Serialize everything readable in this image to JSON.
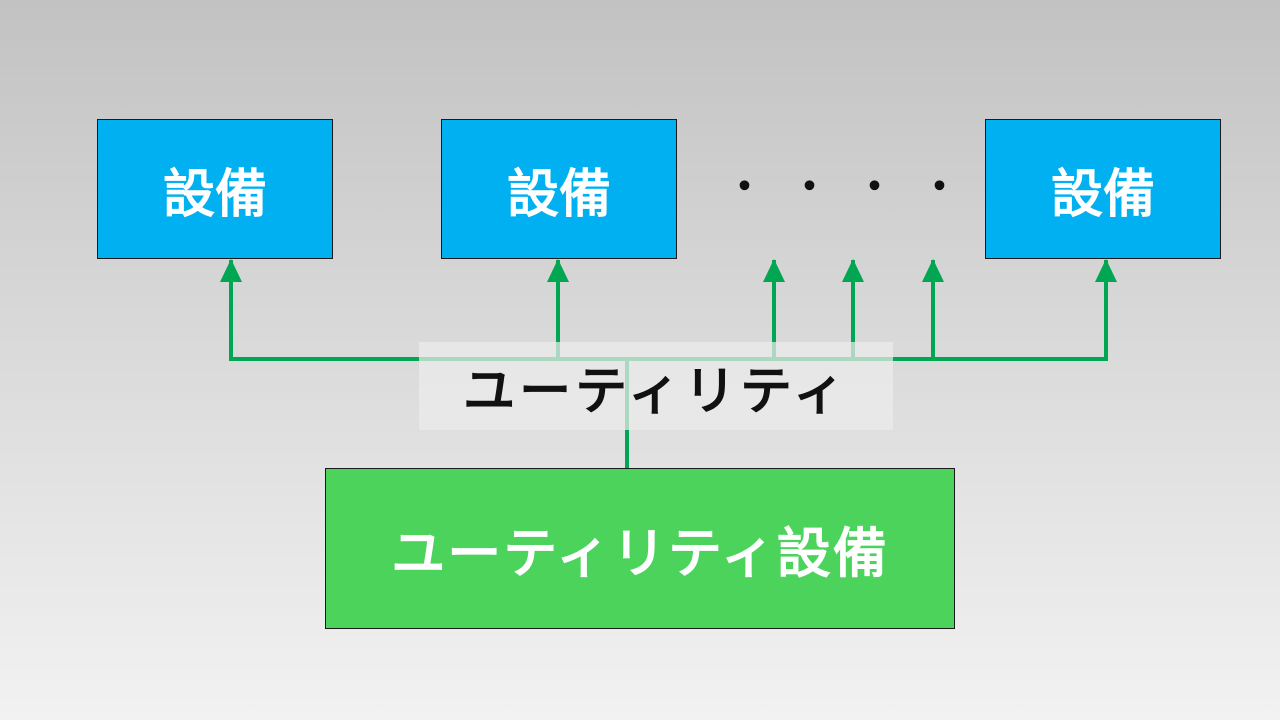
{
  "equipment_boxes": [
    {
      "label": "設備"
    },
    {
      "label": "設備"
    },
    {
      "label": "設備"
    }
  ],
  "ellipsis": "・・・・",
  "utility_label": "ユーティリティ",
  "utility_box_label": "ユーティリティ設備",
  "colors": {
    "equipment_fill": "#00b0f0",
    "utility_fill": "#4cd35c",
    "connector": "#00a651"
  }
}
